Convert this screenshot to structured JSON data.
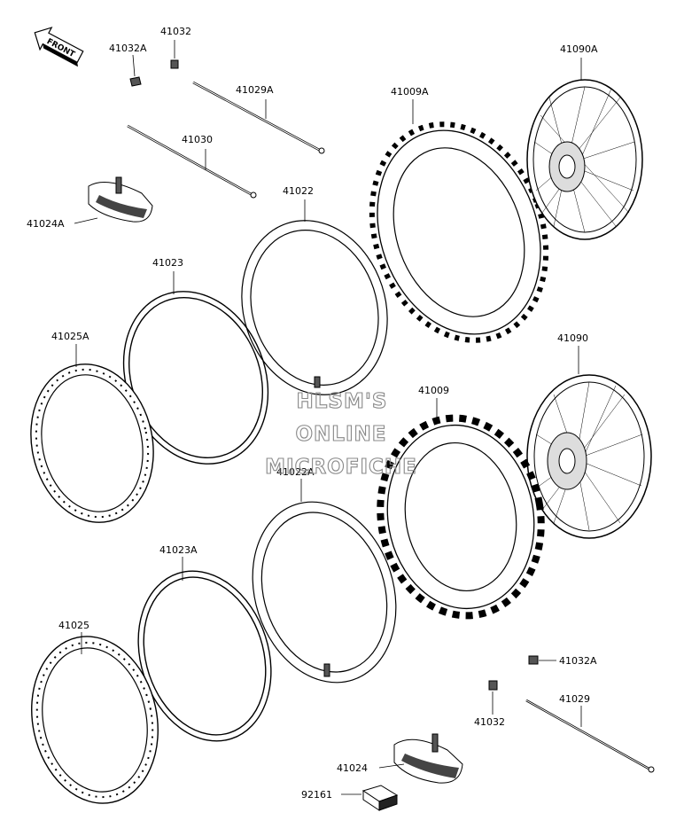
{
  "front_sign": "FRONT",
  "watermark": {
    "line1": "HLSM'S",
    "line2": "ONLINE",
    "line3": "MICROFICHE"
  },
  "parts": {
    "p41032_top": "41032",
    "p41032A_top": "41032A",
    "p41029A": "41029A",
    "p41030": "41030",
    "p41024A": "41024A",
    "p41022": "41022",
    "p41023": "41023",
    "p41025A": "41025A",
    "p41009A": "41009A",
    "p41090A": "41090A",
    "p41090": "41090",
    "p41009": "41009",
    "p41022A": "41022A",
    "p41023A": "41023A",
    "p41025": "41025",
    "p41032A_bottom": "41032A",
    "p41029": "41029",
    "p41032_bottom": "41032",
    "p41024": "41024",
    "p92161": "92161"
  },
  "colors": {
    "line": "#000000",
    "watermark": "#888888"
  }
}
